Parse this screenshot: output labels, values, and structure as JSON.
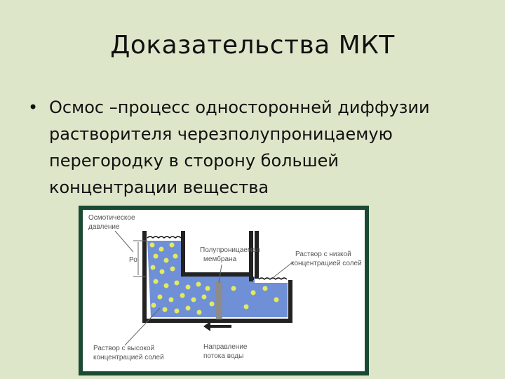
{
  "slide": {
    "title": "Доказательства МКТ",
    "bullet_symbol": "•",
    "bullet_text": "Осмос –процесс односторонней диффузии растворителя черезполупроницаемую перегородку в сторону большей концентрации вещества"
  },
  "figure": {
    "labels": {
      "osmotic_pressure_1": "Осмотическое",
      "osmotic_pressure_2": "давление",
      "p0": "Ро",
      "membrane_1": "Полупроницаемая",
      "membrane_2": "мембрана",
      "low_conc_1": "Раствор с низкой",
      "low_conc_2": "концентрацией солей",
      "high_conc_1": "Раствор с высокой",
      "high_conc_2": "концентрацией солей",
      "direction_1": "Направление",
      "direction_2": "потока воды"
    },
    "colors": {
      "water": "#6f8fd6",
      "particles": "#e3ea5e",
      "membrane": "#8c8c8c",
      "arrow": "#222222"
    }
  }
}
